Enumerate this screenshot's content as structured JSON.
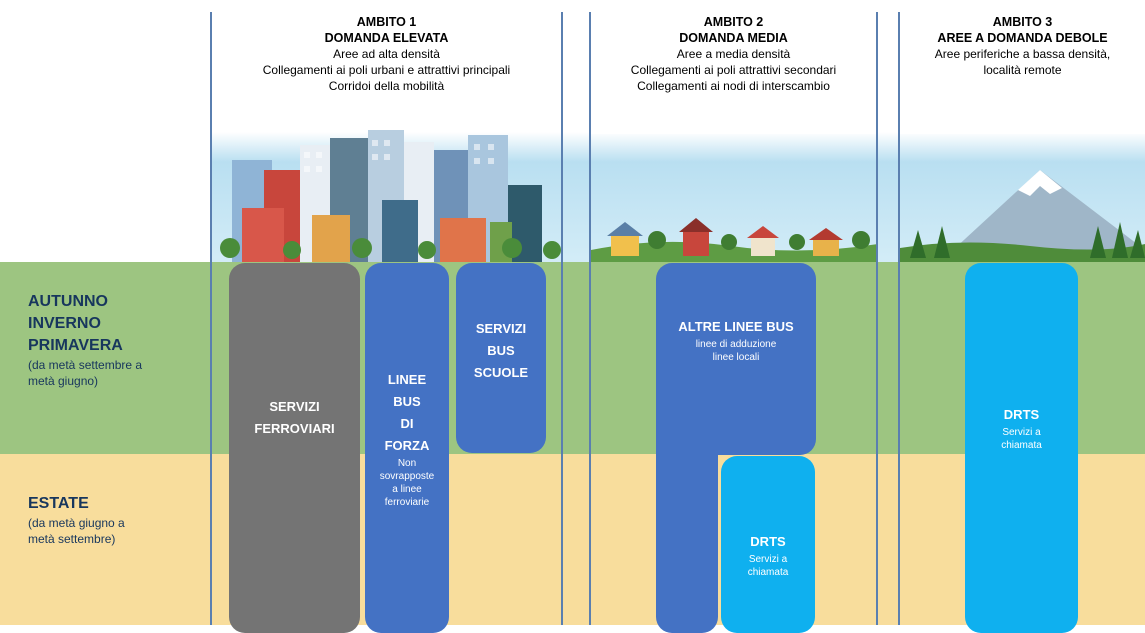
{
  "columns": [
    {
      "title1": "AMBITO 1",
      "title2": "DOMANDA ELEVATA",
      "lines": [
        "Aree ad alta densità",
        "Collegamenti ai poli urbani e attrattivi principali",
        "Corridoi della mobilità"
      ]
    },
    {
      "title1": "AMBITO 2",
      "title2": "DOMANDA MEDIA",
      "lines": [
        "Aree a media densità",
        "Collegamenti ai poli attrattivi secondari",
        "Collegamenti ai nodi di interscambio"
      ]
    },
    {
      "title1": "AMBITO 3",
      "title2": "AREE A DOMANDA DEBOLE",
      "lines": [
        "Aree periferiche a bassa densità,",
        "località remote"
      ]
    }
  ],
  "seasons": {
    "winter": {
      "lines": [
        "AUTUNNO",
        "INVERNO",
        "PRIMAVERA"
      ],
      "note": [
        "(da metà settembre a",
        "metà giugno)"
      ]
    },
    "summer": {
      "lines": [
        "ESTATE"
      ],
      "note": [
        "(da metà giugno a",
        "metà settembre)"
      ]
    }
  },
  "services": {
    "ferrovie": {
      "main": [
        "SERVIZI",
        "FERROVIARI"
      ]
    },
    "forza": {
      "main": [
        "LINEE",
        "BUS",
        "DI",
        "FORZA"
      ],
      "sub": [
        "Non",
        "sovrapposte",
        "a linee",
        "ferroviarie"
      ]
    },
    "scuole": {
      "main": [
        "SERVIZI",
        "BUS",
        "SCUOLE"
      ]
    },
    "altre": {
      "main": [
        "ALTRE LINEE BUS"
      ],
      "sub": [
        "linee di adduzione",
        "linee locali"
      ]
    },
    "drts2": {
      "main": [
        "DRTS"
      ],
      "sub": [
        "Servizi a",
        "chiamata"
      ]
    },
    "drts3": {
      "main": [
        "DRTS"
      ],
      "sub": [
        "Servizi a",
        "chiamata"
      ]
    }
  },
  "colors": {
    "grey": "#747474",
    "blue": "#4472c4",
    "lightblue": "#0fb0ef",
    "green": "#9dc581",
    "yellow": "#f8dd9c",
    "border": "#5a7fb0"
  }
}
